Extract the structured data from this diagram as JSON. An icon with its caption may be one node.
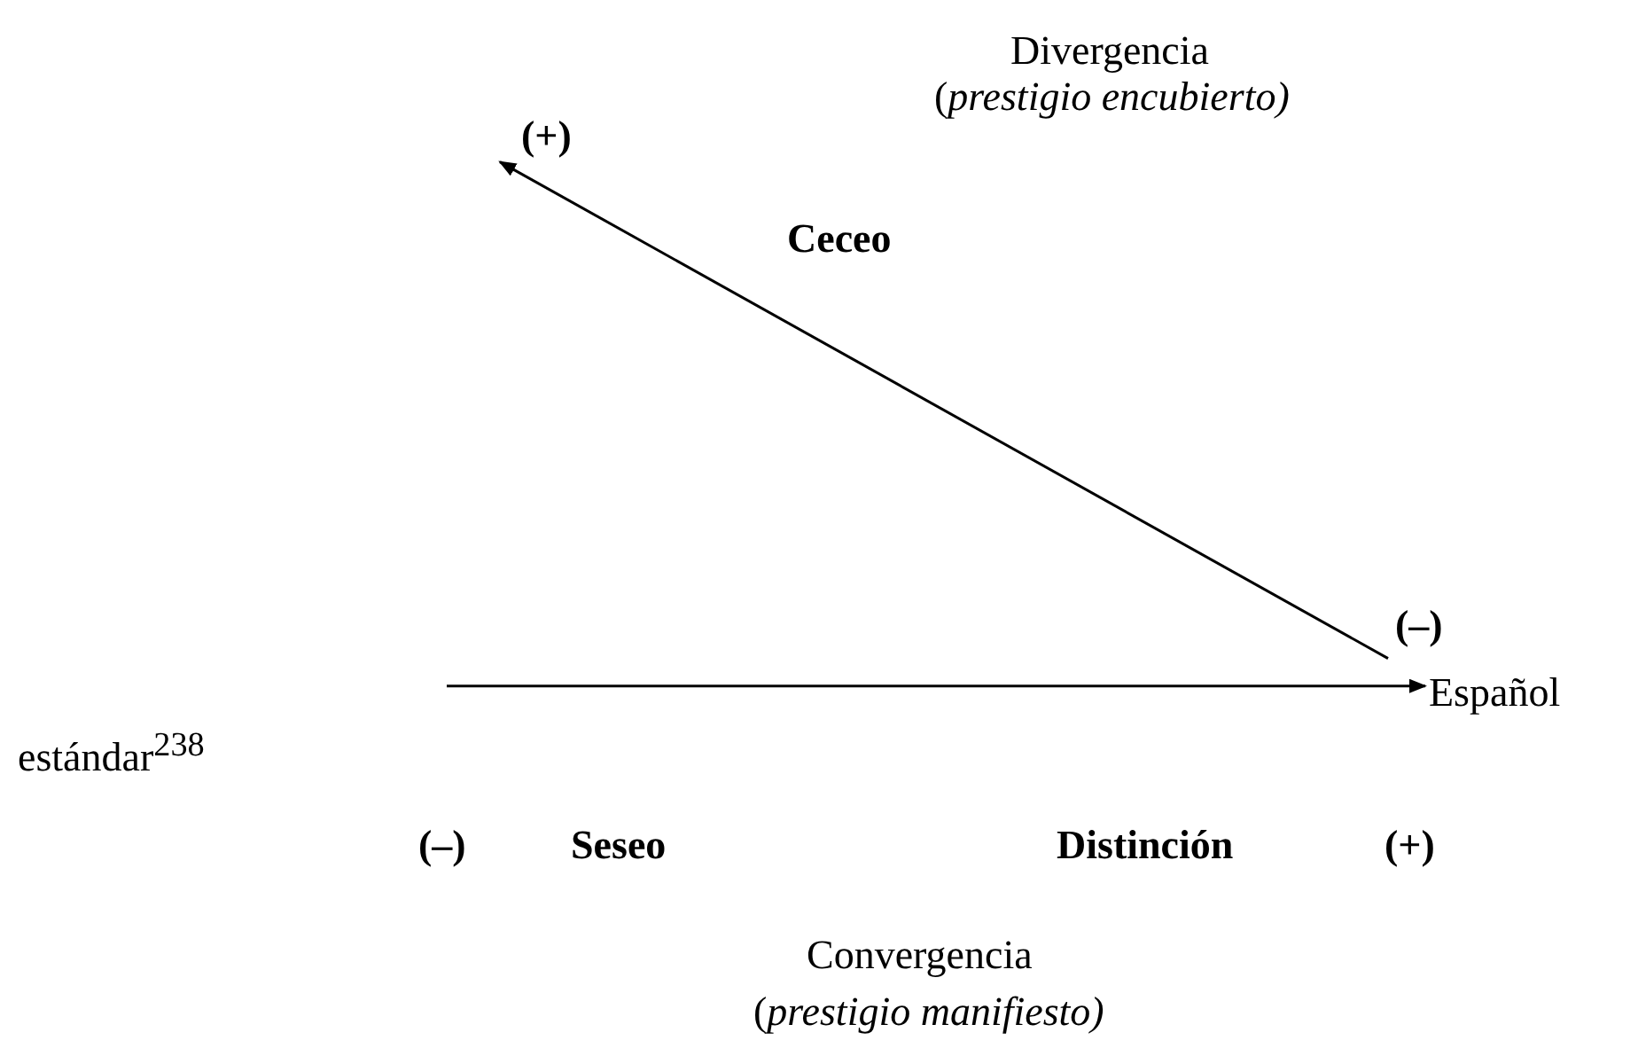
{
  "diagram": {
    "nodes": [
      {
        "text": [
          "(+)"
        ]
      },
      {
        "text": [
          "(–)"
        ]
      },
      {
        "text": [
          "Español"
        ]
      }
    ],
    "edges": [
      {
        "from": 1,
        "to": 0,
        "arrow": "to"
      },
      {
        "from": null,
        "to": 2,
        "arrow": "to"
      }
    ],
    "labels": [
      "Divergencia",
      "(*prestigio encubierto)*",
      "Ceceo",
      "estándar$^{238}$",
      "(–)",
      "Seseo",
      "Distinción",
      "(+)",
      "Convergencia",
      "(*prestigio manifiesto)*"
    ]
  }
}
